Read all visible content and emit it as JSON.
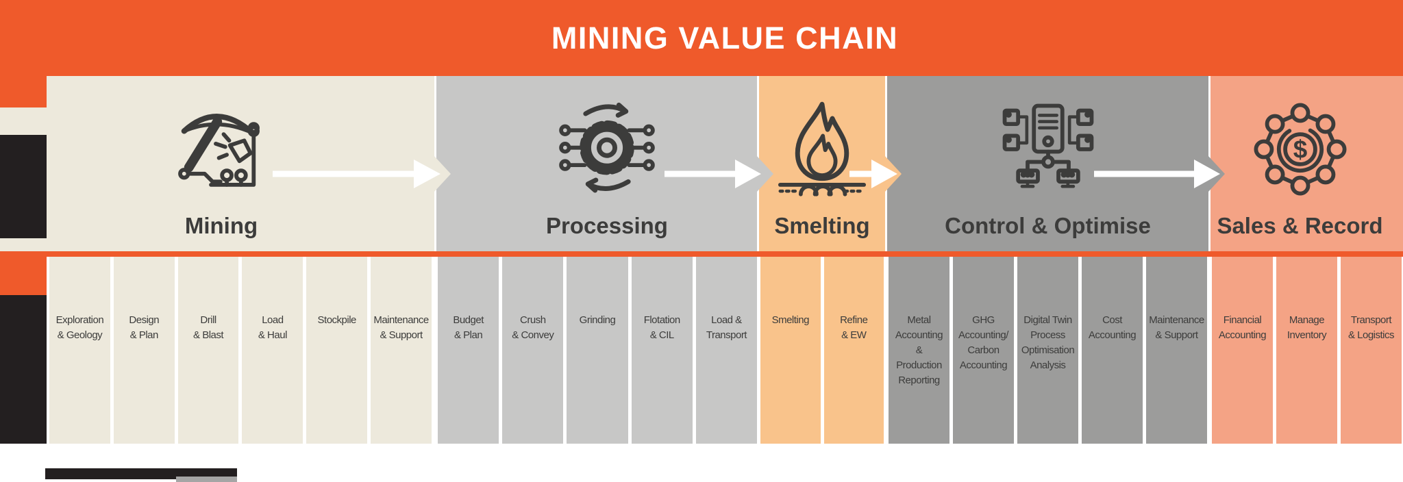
{
  "title": "MINING VALUE CHAIN",
  "colors": {
    "header_orange": "#EF5A2B",
    "mining_cream": "#EDE9DC",
    "processing_gray": "#C7C7C6",
    "smelting_orange": "#F9C38B",
    "control_gray": "#9C9C9B",
    "sales_salmon": "#F4A385",
    "ink": "#3C3C3B",
    "accent_black": "#231F20",
    "arrow_white": "#FFFFFF"
  },
  "stages": [
    {
      "name": "Mining",
      "icon": "pickaxe-icon",
      "columns": [
        "Exploration\n& Geology",
        "Design\n& Plan",
        "Drill\n& Blast",
        "Load\n& Haul",
        "Stockpile",
        "Maintenance\n& Support"
      ]
    },
    {
      "name": "Processing",
      "icon": "gear-circuit-icon",
      "columns": [
        "Budget\n& Plan",
        "Crush\n& Convey",
        "Grinding",
        "Flotation\n& CIL",
        "Load &\nTransport"
      ]
    },
    {
      "name": "Smelting",
      "icon": "flame-icon",
      "columns": [
        "Smelting",
        "Refine\n& EW"
      ]
    },
    {
      "name": "Control & Optimise",
      "icon": "server-network-icon",
      "columns": [
        "Metal\nAccounting\n&\nProduction\nReporting",
        "GHG\nAccounting/\nCarbon\nAccounting",
        "Digital Twin\nProcess\nOptimisation\nAnalysis",
        "Cost\nAccounting",
        "Maintenance\n& Support"
      ]
    },
    {
      "name": "Sales & Record",
      "icon": "dollar-network-icon",
      "columns": [
        "Financial\nAccounting",
        "Manage\nInventory",
        "Transport\n& Logistics"
      ]
    }
  ]
}
